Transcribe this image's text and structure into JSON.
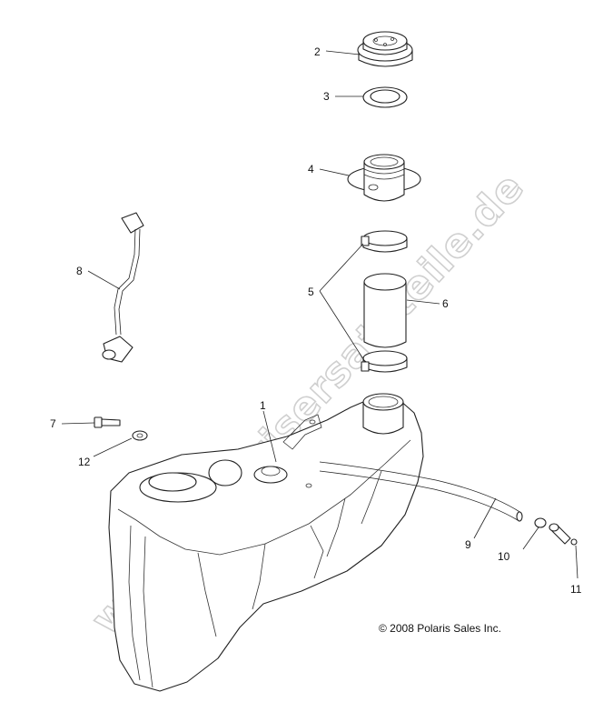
{
  "watermark": "www.polarisersatzteile.de",
  "copyright": "© 2008 Polaris Sales Inc.",
  "callouts": {
    "c1": "1",
    "c2": "2",
    "c3": "3",
    "c4": "4",
    "c5": "5",
    "c6": "6",
    "c7": "7",
    "c8": "8",
    "c9": "9",
    "c10": "10",
    "c11": "11",
    "c12": "12"
  }
}
